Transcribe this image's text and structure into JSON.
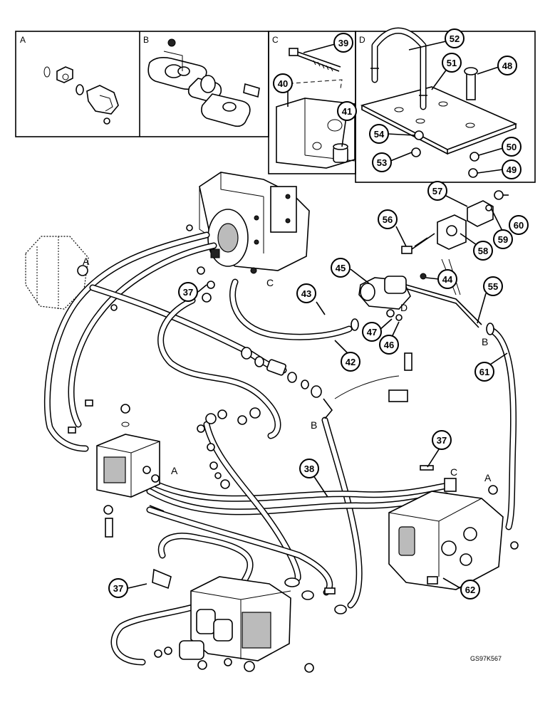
{
  "panels": [
    {
      "id": "A",
      "label": "A"
    },
    {
      "id": "B",
      "label": "B"
    },
    {
      "id": "C",
      "label": "C"
    },
    {
      "id": "D",
      "label": "D"
    }
  ],
  "callouts": {
    "c39": "39",
    "c40": "40",
    "c41": "41",
    "c52": "52",
    "c51": "51",
    "c48": "48",
    "c54": "54",
    "c53": "53",
    "c50": "50",
    "c49": "49",
    "c57": "57",
    "c56": "56",
    "c60": "60",
    "c59": "59",
    "c58": "58",
    "c45": "45",
    "c44": "44",
    "c55": "55",
    "c43": "43",
    "c37a": "37",
    "c42": "42",
    "c47": "47",
    "c46": "46",
    "c61": "61",
    "c38": "38",
    "c37b": "37",
    "c37c": "37",
    "c62": "62"
  },
  "connection_letters": {
    "a_top": "A",
    "c_pump": "C",
    "d_mid": "D",
    "b_mid": "B",
    "b_right": "B",
    "a_left": "A",
    "c_right": "C",
    "a_right": "A"
  },
  "reference_code": "GS97K567"
}
